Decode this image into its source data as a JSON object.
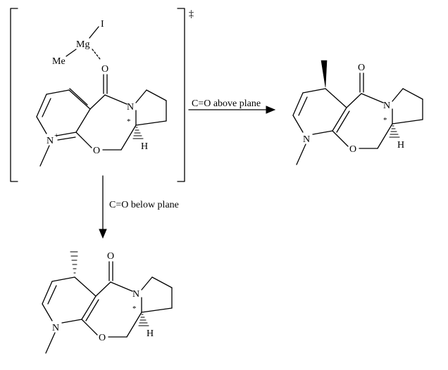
{
  "transition_state": {
    "dagger": "‡",
    "atoms": {
      "I": "I",
      "Mg": "Mg",
      "Me": "Me",
      "O_carbonyl": "O",
      "N_amide": "N",
      "N_pyridinium": "N",
      "charge": "+",
      "O_ether": "O",
      "stereo": "*",
      "H": "H"
    }
  },
  "product_top": {
    "atoms": {
      "O_carbonyl": "O",
      "N_amide": "N",
      "N_ring": "N",
      "O_ether": "O",
      "stereo": "*",
      "H": "H"
    }
  },
  "product_bottom": {
    "atoms": {
      "O_carbonyl": "O",
      "N_amide": "N",
      "N_ring": "N",
      "O_ether": "O",
      "stereo": "*",
      "H": "H"
    }
  },
  "arrows": {
    "right_label": "C=O above plane",
    "down_label": "C=O below plane"
  }
}
